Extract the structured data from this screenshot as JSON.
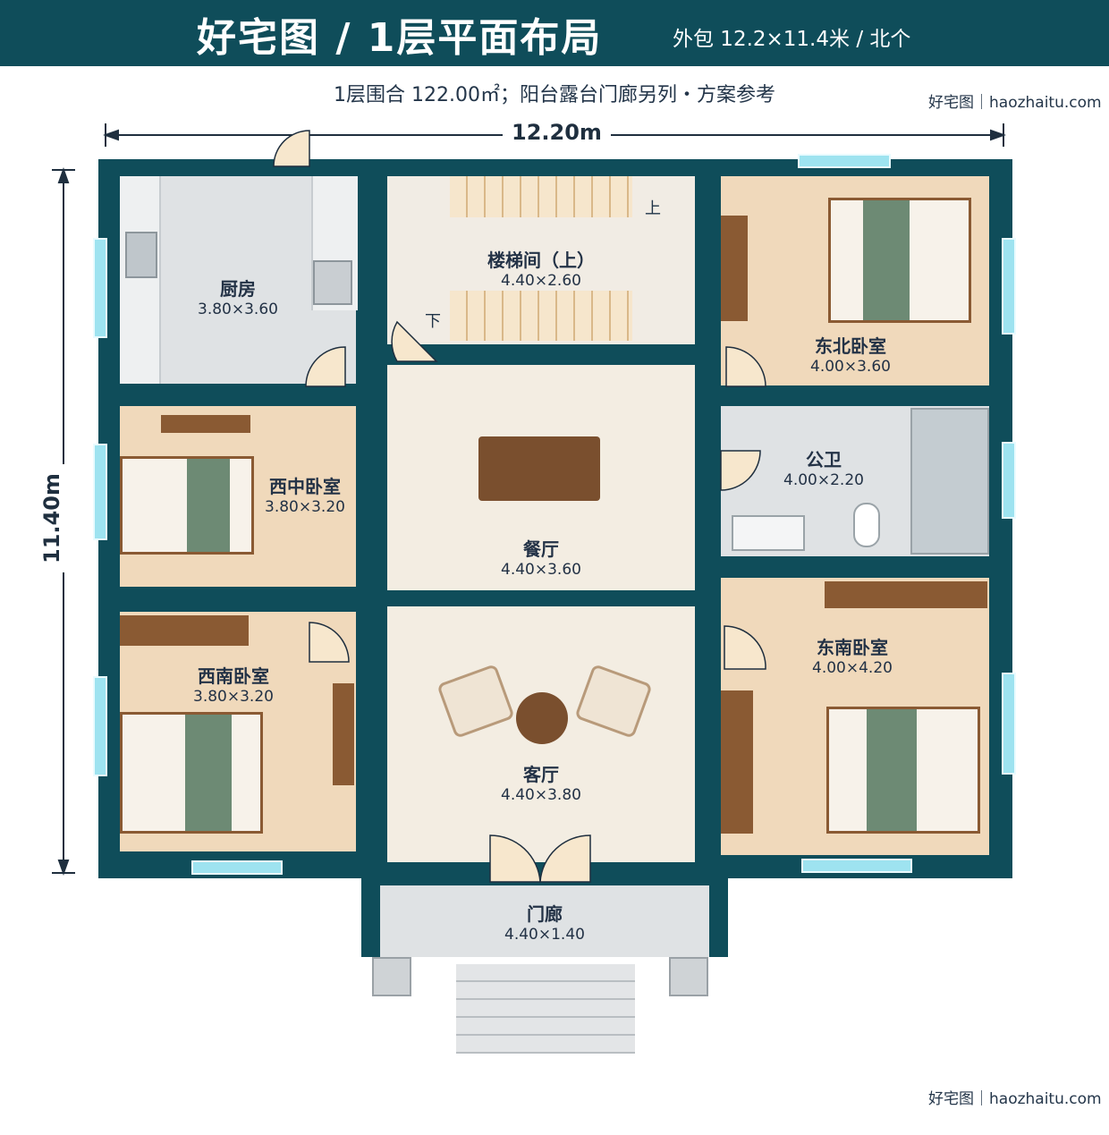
{
  "header": {
    "title": "好宅图 / 1层平面布局",
    "spec": "外包 12.2×11.4米 / 北个"
  },
  "subtitle": "1层围合 122.00㎡；阳台露台门廊另列・方案参考",
  "watermark_top": "好宅图｜haozhaitu.com",
  "watermark_bottom": "好宅图｜haozhaitu.com",
  "dimensions": {
    "width": "12.20m",
    "depth": "11.40m"
  },
  "stair_marks": {
    "up": "上",
    "down": "下"
  },
  "rooms": {
    "kitchen": {
      "name": "厨房",
      "size": "3.80×3.60"
    },
    "stair": {
      "name": "楼梯间（上）",
      "size": "4.40×2.60"
    },
    "ne_bedroom": {
      "name": "东北卧室",
      "size": "4.00×3.60"
    },
    "w_mid_bedroom": {
      "name": "西中卧室",
      "size": "3.80×3.20"
    },
    "dining": {
      "name": "餐厅",
      "size": "4.40×3.60"
    },
    "bathroom": {
      "name": "公卫",
      "size": "4.00×2.20"
    },
    "sw_bedroom": {
      "name": "西南卧室",
      "size": "3.80×3.20"
    },
    "living": {
      "name": "客厅",
      "size": "4.40×3.80"
    },
    "se_bedroom": {
      "name": "东南卧室",
      "size": "4.00×4.20"
    },
    "porch": {
      "name": "门廊",
      "size": "4.40×1.40"
    }
  },
  "colors": {
    "wall": "#0f4d5a",
    "wood_floor": "#f0d9bb",
    "tile_floor": "#f3ede2",
    "grey_floor": "#dfe2e4",
    "window": "#9ee3f0",
    "bed_blanket": "#6d8a74"
  }
}
